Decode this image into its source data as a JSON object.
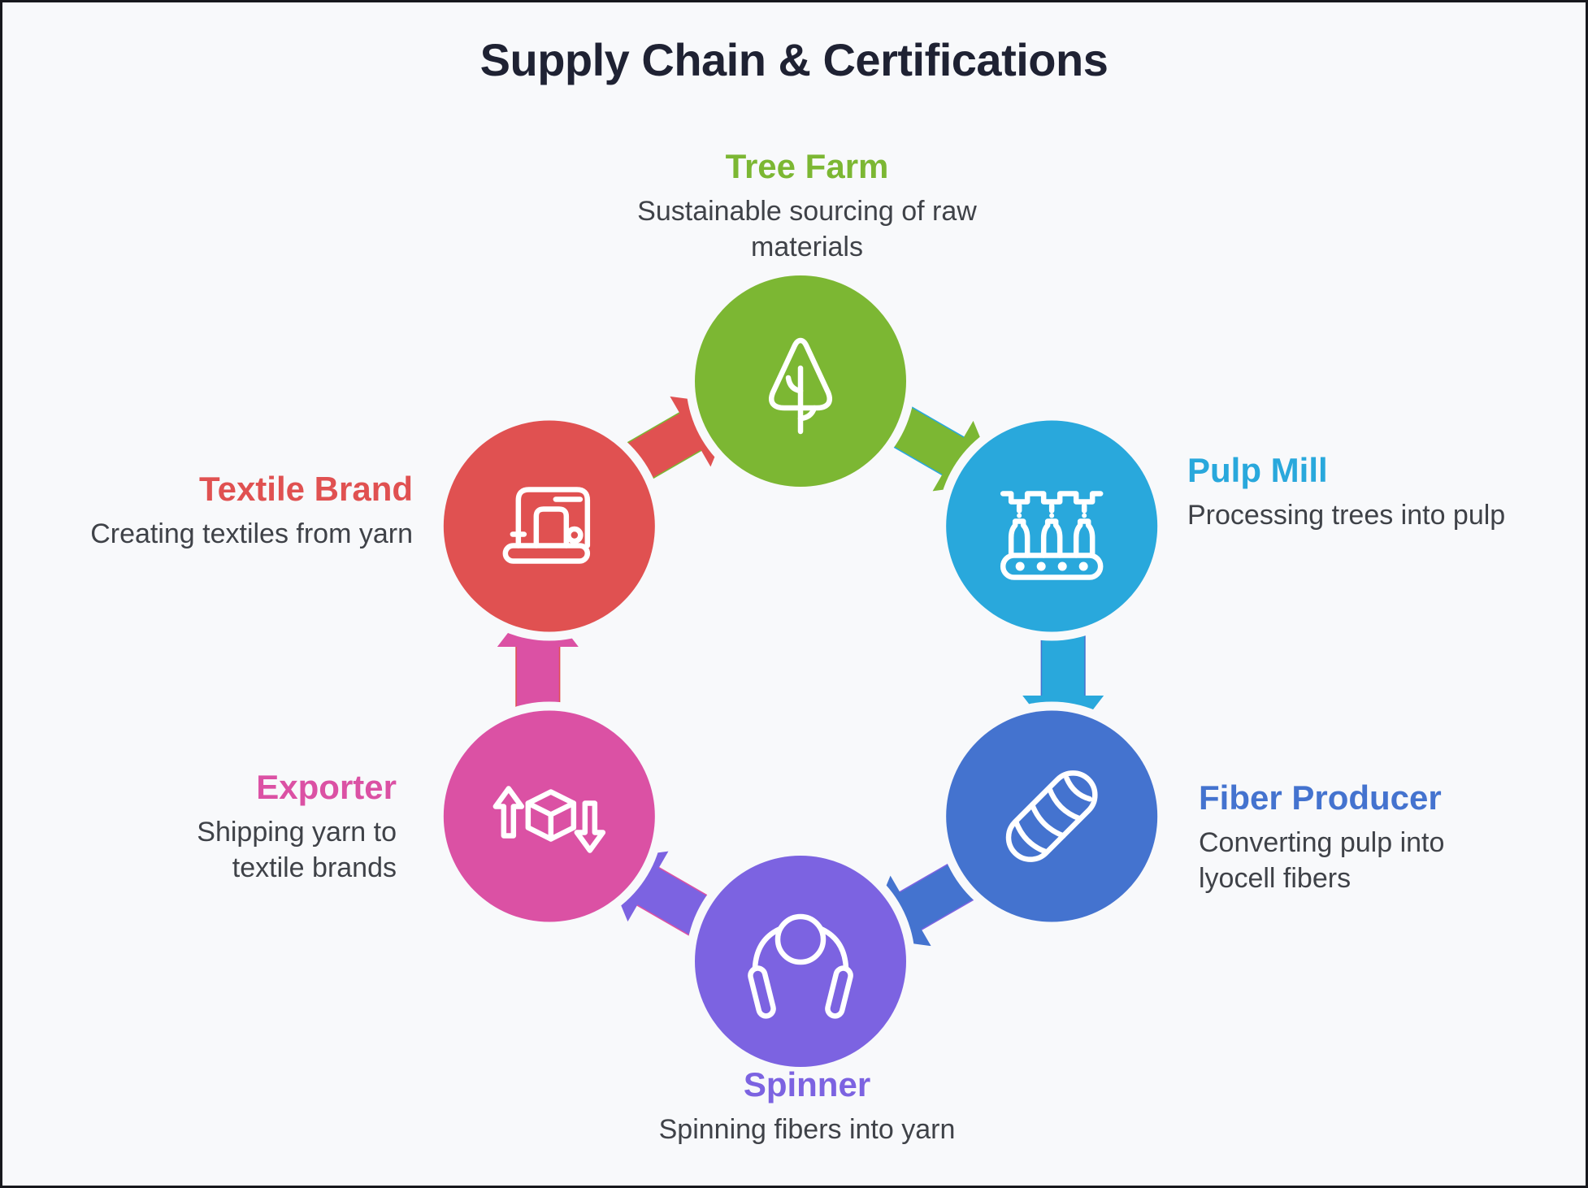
{
  "title": "Supply Chain & Certifications",
  "background": "#F8F9FB",
  "border_color": "#17181d",
  "title_color": "#1F2233",
  "description_color": "#3F4248",
  "nodes": [
    {
      "id": "tree-farm",
      "label": "Tree Farm",
      "description": "Sustainable sourcing of raw materials",
      "color": "#7CB733",
      "icon": "tree-icon"
    },
    {
      "id": "pulp-mill",
      "label": "Pulp Mill",
      "description": "Processing trees into pulp",
      "color": "#29A8DC",
      "icon": "factory-conveyor-icon"
    },
    {
      "id": "fiber-producer",
      "label": "Fiber Producer",
      "description": "Converting pulp into lyocell fibers",
      "color": "#4473CF",
      "icon": "yarn-skein-icon"
    },
    {
      "id": "spinner",
      "label": "Spinner",
      "description": "Spinning fibers into yarn",
      "color": "#7C63E1",
      "icon": "jump-rope-icon"
    },
    {
      "id": "exporter",
      "label": "Exporter",
      "description": "Shipping yarn to textile brands",
      "color": "#DB51A4",
      "icon": "cube-transfer-icon"
    },
    {
      "id": "textile-brand",
      "label": "Textile Brand",
      "description": "Creating textiles from yarn",
      "color": "#E05151",
      "icon": "sewing-machine-icon"
    }
  ]
}
